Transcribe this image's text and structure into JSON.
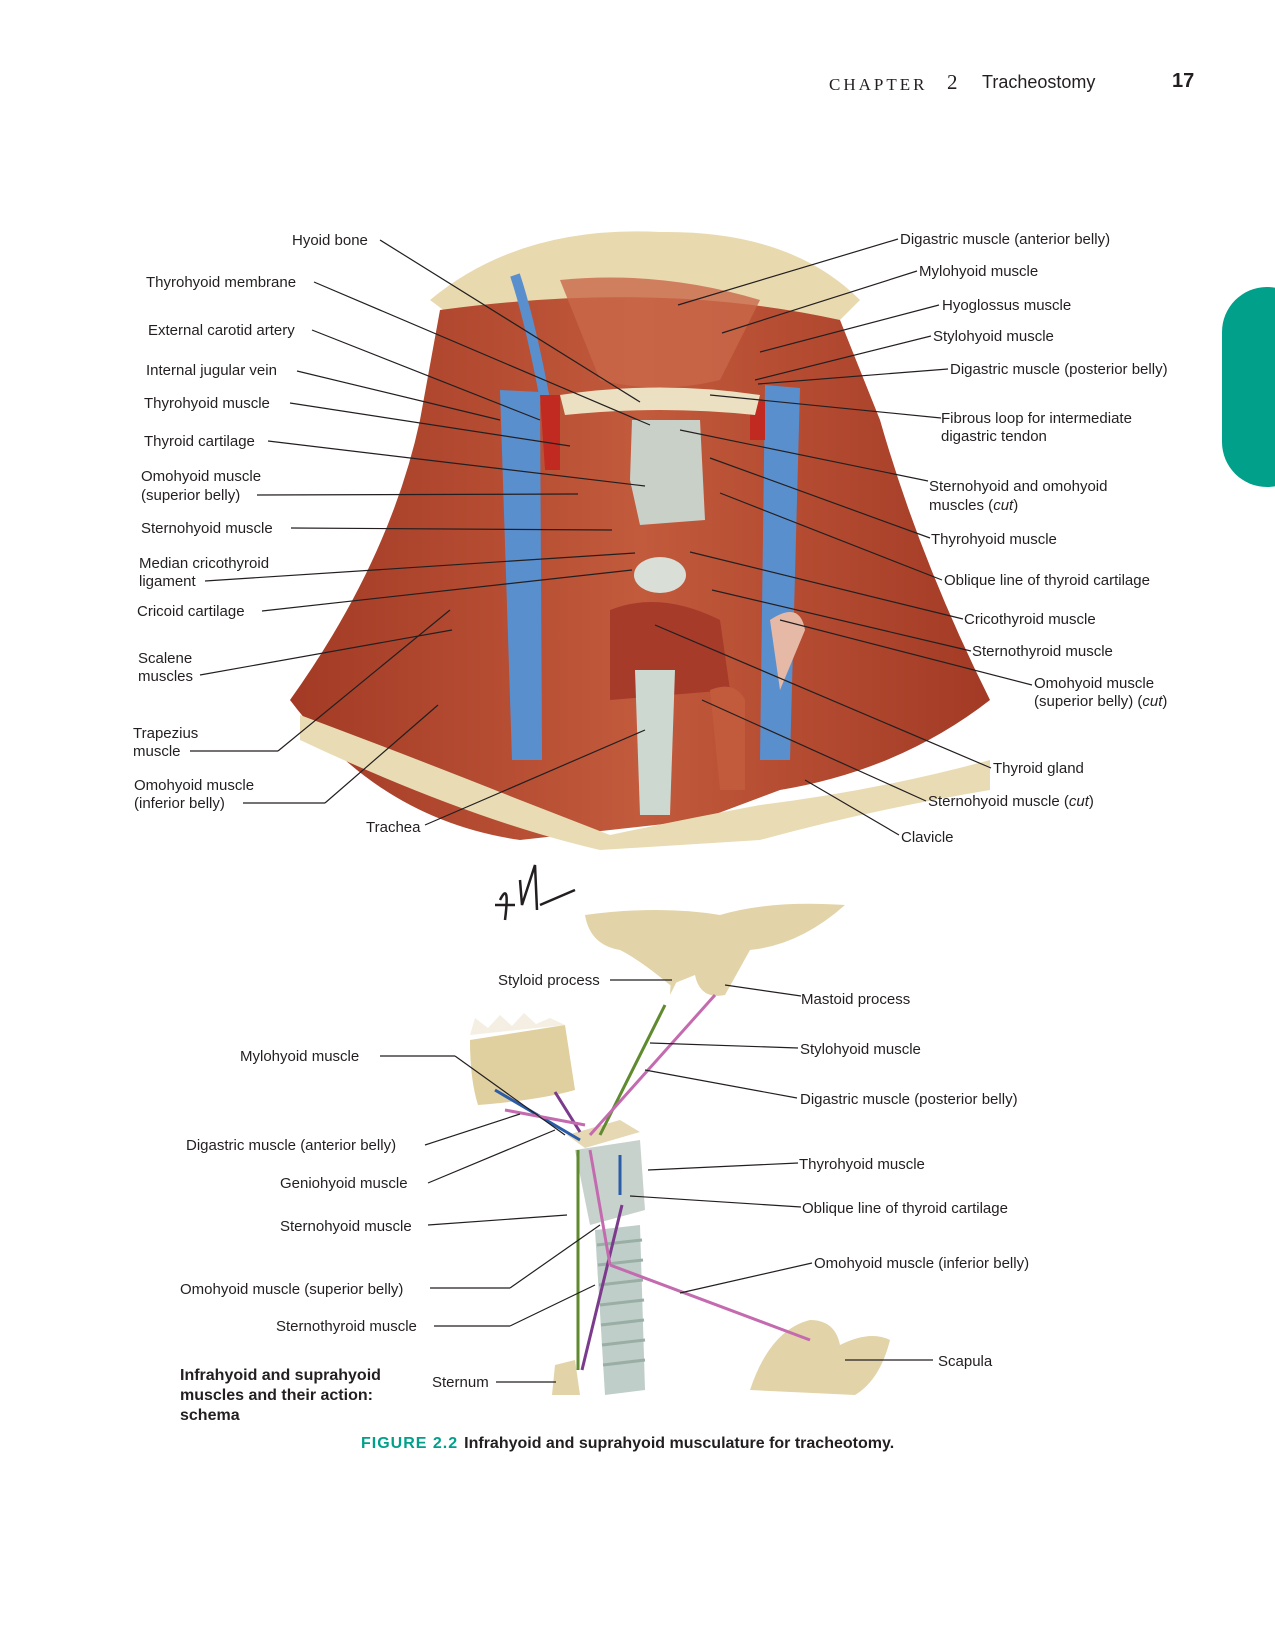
{
  "header": {
    "chapter_word": "CHAPTER",
    "chapter_number": "2",
    "chapter_title": "Tracheostomy",
    "page_number": "17"
  },
  "colors": {
    "accent": "#00a08a",
    "muscle": "#b4442c",
    "vein": "#4f86c6",
    "bone": "#e4d6ad",
    "arrow_green": "#5f8a2e",
    "arrow_purple": "#7b3a8c",
    "arrow_pink": "#c46bb0",
    "arrow_blue": "#2a5ca8"
  },
  "upper_labels": {
    "hyoid_bone": "Hyoid bone",
    "thyrohyoid_membrane": "Thyrohyoid membrane",
    "external_carotid_artery": "External carotid artery",
    "internal_jugular_vein": "Internal jugular vein",
    "thyrohyoid_muscle_left": "Thyrohyoid muscle",
    "thyroid_cartilage": "Thyroid cartilage",
    "omohyoid_superior_1": "Omohyoid muscle",
    "omohyoid_superior_2": "(superior belly)",
    "sternohyoid_muscle": "Sternohyoid muscle",
    "median_cricothyroid_1": "Median cricothyroid",
    "median_cricothyroid_2": "ligament",
    "cricoid_cartilage": "Cricoid cartilage",
    "scalene_1": "Scalene",
    "scalene_2": "muscles",
    "trapezius_1": "Trapezius",
    "trapezius_2": "muscle",
    "omohyoid_inferior_1": "Omohyoid muscle",
    "omohyoid_inferior_2": "(inferior belly)",
    "trachea": "Trachea",
    "digastric_anterior": "Digastric muscle (anterior belly)",
    "mylohyoid": "Mylohyoid muscle",
    "hyoglossus": "Hyoglossus muscle",
    "stylohyoid": "Stylohyoid muscle",
    "digastric_posterior": "Digastric muscle (posterior belly)",
    "fibrous_loop_1": "Fibrous loop for intermediate",
    "fibrous_loop_2": "digastric tendon",
    "sternohyoid_omohyoid_1": "Sternohyoid and omohyoid",
    "sternohyoid_omohyoid_2a": "muscles (",
    "sternohyoid_omohyoid_2b": "cut",
    "sternohyoid_omohyoid_2c": ")",
    "thyrohyoid_muscle_right": "Thyrohyoid muscle",
    "oblique_line": "Oblique line of thyroid cartilage",
    "cricothyroid": "Cricothyroid muscle",
    "sternothyroid": "Sternothyroid muscle",
    "omohyoid_cut_1": "Omohyoid muscle",
    "omohyoid_cut_2a": "(superior belly) (",
    "omohyoid_cut_2b": "cut",
    "omohyoid_cut_2c": ")",
    "thyroid_gland": "Thyroid gland",
    "sternohyoid_cut_a": "Sternohyoid muscle (",
    "sternohyoid_cut_b": "cut",
    "sternohyoid_cut_c": ")",
    "clavicle": "Clavicle"
  },
  "lower_labels": {
    "styloid_process": "Styloid process",
    "mastoid_process": "Mastoid process",
    "mylohyoid": "Mylohyoid muscle",
    "stylohyoid": "Stylohyoid muscle",
    "digastric_posterior": "Digastric muscle (posterior belly)",
    "digastric_anterior": "Digastric muscle (anterior belly)",
    "thyrohyoid": "Thyrohyoid muscle",
    "geniohyoid": "Geniohyoid muscle",
    "oblique_line": "Oblique line of thyroid cartilage",
    "sternohyoid": "Sternohyoid muscle",
    "omohyoid_inferior": "Omohyoid muscle (inferior belly)",
    "omohyoid_superior": "Omohyoid muscle (superior belly)",
    "sternothyroid": "Sternothyroid muscle",
    "scapula": "Scapula",
    "sternum": "Sternum"
  },
  "schema_title": "Infrahyoid and suprahyoid muscles and their action: schema",
  "caption": {
    "label": "FIGURE 2.2",
    "text": "Infrahyoid and suprahyoid musculature for tracheotomy."
  }
}
